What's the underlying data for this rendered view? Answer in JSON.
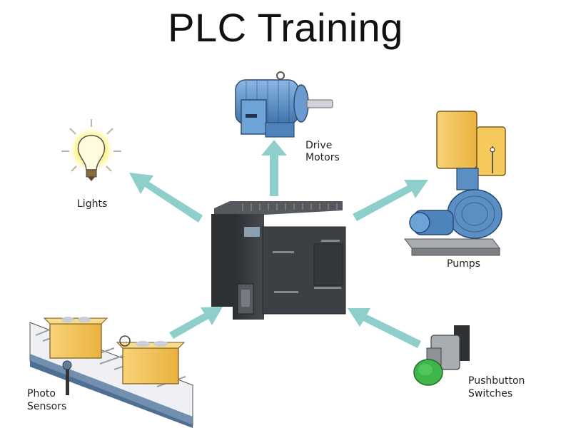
{
  "title": "PLC Training",
  "center": {
    "name": "PLC controller"
  },
  "nodes": [
    {
      "id": "lights",
      "label": "Lights",
      "direction": "output"
    },
    {
      "id": "drive-motors",
      "label_line1": "Drive",
      "label_line2": "Motors",
      "direction": "output"
    },
    {
      "id": "pumps",
      "label": "Pumps",
      "direction": "output"
    },
    {
      "id": "photo-sensors",
      "label_line1": "Photo",
      "label_line2": "Sensors",
      "direction": "input"
    },
    {
      "id": "pushbutton-switches",
      "label_line1": "Pushbutton",
      "label_line2": "Switches",
      "direction": "input"
    }
  ],
  "colors": {
    "arrow": "#8ecfcc",
    "title": "#111111",
    "motor_blue": "#5b8fc4",
    "box_yellow": "#f3c24f",
    "button_green": "#3fb64a",
    "plc_body": "#3a3d40"
  }
}
